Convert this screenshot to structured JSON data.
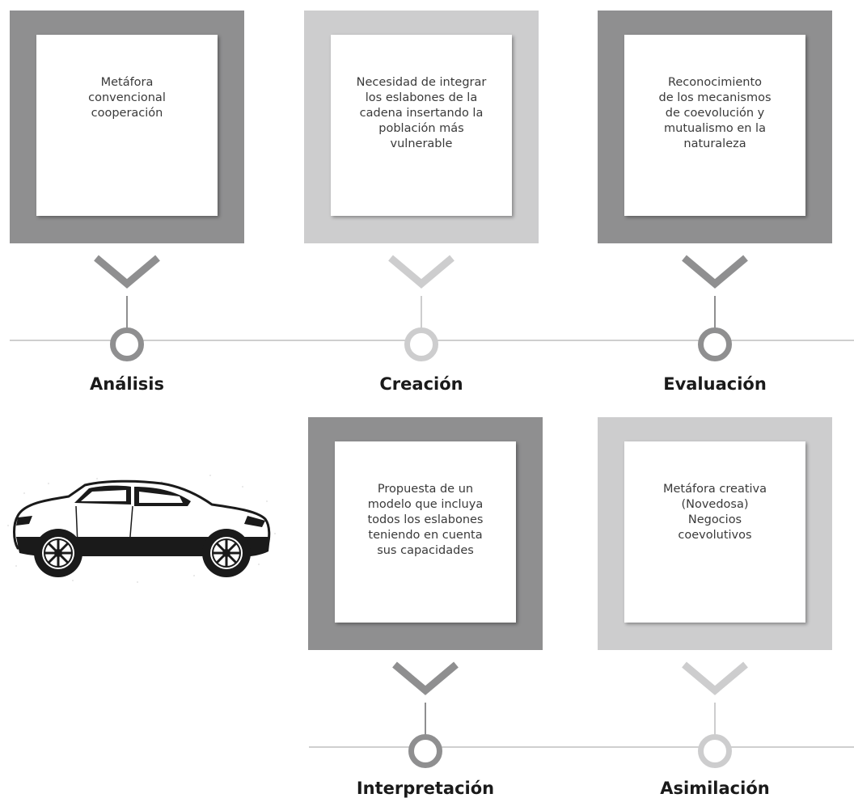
{
  "stages": [
    {
      "key": "analisis",
      "title": "Análisis",
      "text": "Metáfora\nconvencional\ncooperación",
      "tone": "dark"
    },
    {
      "key": "creacion",
      "title": "Creación",
      "text": "Necesidad de integrar\nlos eslabones de la\ncadena insertando la\npoblación más\nvulnerable",
      "tone": "light"
    },
    {
      "key": "evaluacion",
      "title": "Evaluación",
      "text": "Reconocimiento\nde los mecanismos\nde coevolución y\nmutualismo en la\nnaturaleza",
      "tone": "dark"
    },
    {
      "key": "interpretacion",
      "title": "Interpretación",
      "text": "Propuesta de un\nmodelo que incluya\ntodos los eslabones\nteniendo en cuenta\nsus capacidades",
      "tone": "dark"
    },
    {
      "key": "asimilacion",
      "title": "Asimilación",
      "text": "Metáfora creativa\n(Novedosa)\nNegocios\ncoevolutivos",
      "tone": "light"
    }
  ],
  "colors": {
    "dark": "#8f8f90",
    "light": "#cdcdce",
    "line": "#cfcfcf"
  },
  "icons": {
    "car": "car-icon"
  }
}
